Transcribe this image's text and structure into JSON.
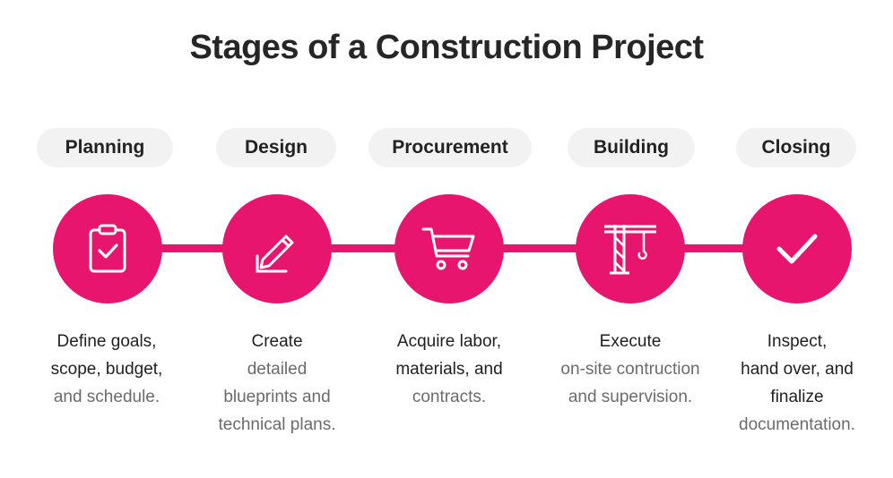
{
  "title": "Stages of a Construction Project",
  "accent_color": "#e8156f",
  "stages": [
    {
      "label": "Planning",
      "icon": "clipboard-check-icon",
      "desc_dark": [
        "Define goals,",
        "scope, budget,"
      ],
      "desc_light": [
        "and schedule."
      ]
    },
    {
      "label": "Design",
      "icon": "pencil-icon",
      "desc_dark": [
        "Create"
      ],
      "desc_light": [
        "detailed",
        "blueprints and",
        "technical plans."
      ]
    },
    {
      "label": "Procurement",
      "icon": "shopping-cart-icon",
      "desc_dark": [
        "Acquire labor,",
        "materials, and"
      ],
      "desc_light": [
        "contracts."
      ]
    },
    {
      "label": "Building",
      "icon": "crane-icon",
      "desc_dark": [
        "Execute"
      ],
      "desc_light": [
        "on-site contruction",
        "and supervision."
      ]
    },
    {
      "label": "Closing",
      "icon": "checkmark-icon",
      "desc_dark": [
        "Inspect,",
        "hand over, and",
        "finalize"
      ],
      "desc_light": [
        "documentation."
      ]
    }
  ]
}
